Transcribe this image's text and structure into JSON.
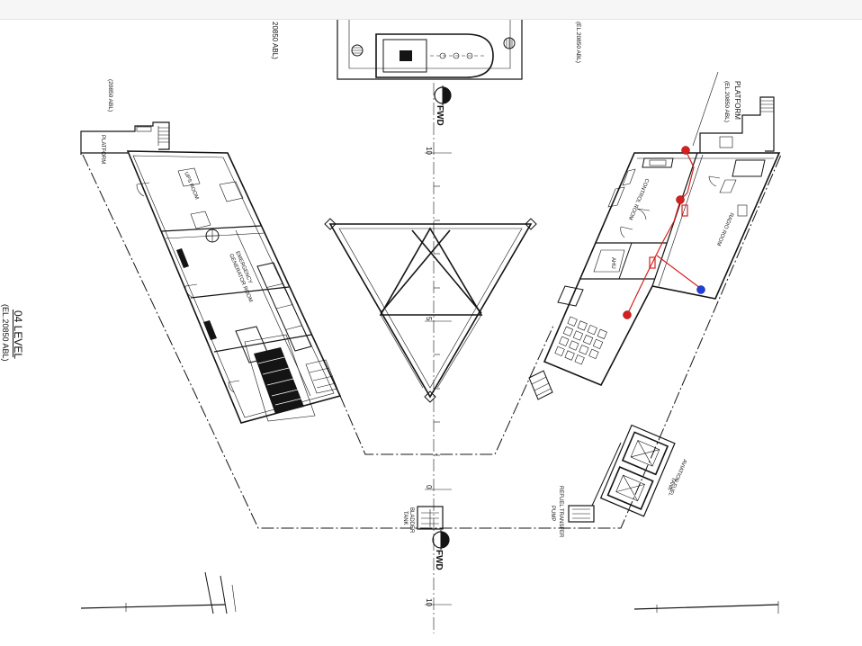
{
  "drawing": {
    "level_title": "04 LEVEL",
    "level_elevation": "(EL.20850 ABL)",
    "top_left_elevation": "20850 ABL)",
    "top_right_elevation": "(EL.20850 ABL)",
    "left_platform_elevation": "(20850 ABL)",
    "left_platform_label": "PLATFORM",
    "right_platform_label": "PLATFORM",
    "right_platform_elevation": "(EL.20850 ABL)",
    "fwd_top": "FWD",
    "fwd_bottom": "FWD",
    "centerline_ticks": {
      "top_10": "10",
      "mid_5": "5",
      "zero": "0",
      "bottom_10": "10"
    },
    "rooms": {
      "ups_room": "UPS ROOM",
      "emergency_generator_line1": "EMERGENCY",
      "emergency_generator_line2": "GENERATOR ROOM",
      "control_room": "CONTROL ROOM",
      "radio_room": "RADIO ROOM",
      "ahu": "AHU"
    },
    "equipment": {
      "bladder_tank_line1": "BLADDER",
      "bladder_tank_line2": "TANK",
      "refuel_pump_line1": "REFUEL TRANSFER",
      "refuel_pump_line2": "PUMP",
      "aviation_fuel_tank_line1": "AVIATION FUEL",
      "aviation_fuel_tank_line2": "TANK"
    }
  },
  "icons": {
    "fwd_marker": "north-arrow-icon"
  },
  "colors": {
    "line": "#141414",
    "markup_red": "#d62020",
    "markup_blue": "#1f3fd8",
    "toolbar_bg": "#f6f6f6"
  }
}
